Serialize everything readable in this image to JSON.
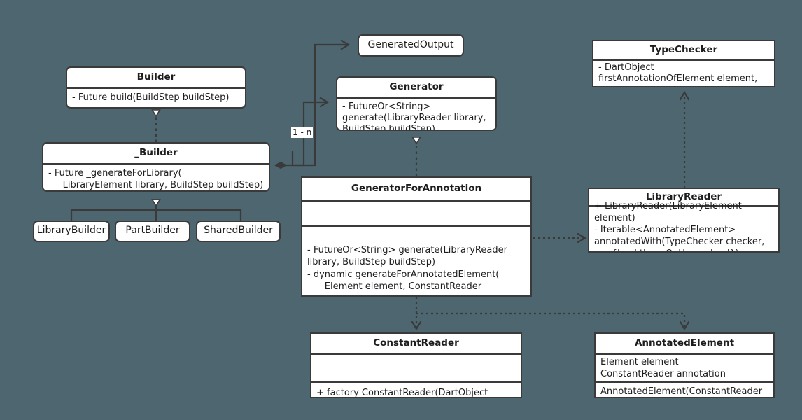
{
  "diagram": {
    "type": "uml-class-diagram",
    "background_color": "#4d6670",
    "box_fill": "#ffffff",
    "line_color": "#3a3a3a",
    "text_color": "#1d1d1d"
  },
  "classes": {
    "builder": {
      "name": "Builder",
      "members": "- Future build(BuildStep buildStep)"
    },
    "private_builder": {
      "name": "_Builder",
      "members": "- Future _generateForLibrary(\n     LibraryElement library, BuildStep buildStep)"
    },
    "library_builder": {
      "name": "LibraryBuilder"
    },
    "part_builder": {
      "name": "PartBuilder"
    },
    "shared_builder": {
      "name": "SharedBuilder"
    },
    "generated_output": {
      "name": "GeneratedOutput"
    },
    "generator": {
      "name": "Generator",
      "members": "- FutureOr<String>\ngenerate(LibraryReader library,\nBuildStep buildStep)"
    },
    "generator_for_annotation": {
      "name": "GeneratorForAnnotation",
      "attributes": "",
      "members": "- FutureOr<String> generate(LibraryReader\nlibrary, BuildStep buildStep)\n- dynamic generateForAnnotatedElement(\n      Element element, ConstantReader\nannotation, BuildStep buildStep)"
    },
    "type_checker": {
      "name": "TypeChecker",
      "members": "- DartObject\nfirstAnnotationOfElement element,\n{bool throwOnUnresolved}"
    },
    "library_reader": {
      "name": "LibraryReader",
      "members": "+ LibraryReader(LibraryElement\nelement)\n- Iterable<AnnotatedElement>\nannotatedWith(TypeChecker checker,\n      {bool throwOnUnresolved})"
    },
    "constant_reader": {
      "name": "ConstantReader",
      "attributes": "",
      "members": "+ factory ConstantReader(DartObject\nobject)"
    },
    "annotated_element": {
      "name": "AnnotatedElement",
      "attributes": "Element element\nConstantReader annotation",
      "members": "AnnotatedElement(ConstantReader\nannotation, Element  element)"
    }
  },
  "edges": {
    "builder_realization": {
      "label": "",
      "kind": "realization"
    },
    "subclass_inheritance": {
      "label": "",
      "kind": "generalization"
    },
    "composition_output": {
      "label": "1 - n",
      "kind": "composition"
    },
    "composition_generator": {
      "label": "",
      "kind": "composition"
    },
    "generator_realization": {
      "label": "",
      "kind": "realization"
    },
    "reader_dependency": {
      "label": "",
      "kind": "dependency"
    },
    "typechecker_dependency": {
      "label": "",
      "kind": "dependency"
    },
    "constantreader_dependency": {
      "label": "",
      "kind": "dependency"
    },
    "annotatedelement_dependency": {
      "label": "",
      "kind": "dependency"
    }
  }
}
